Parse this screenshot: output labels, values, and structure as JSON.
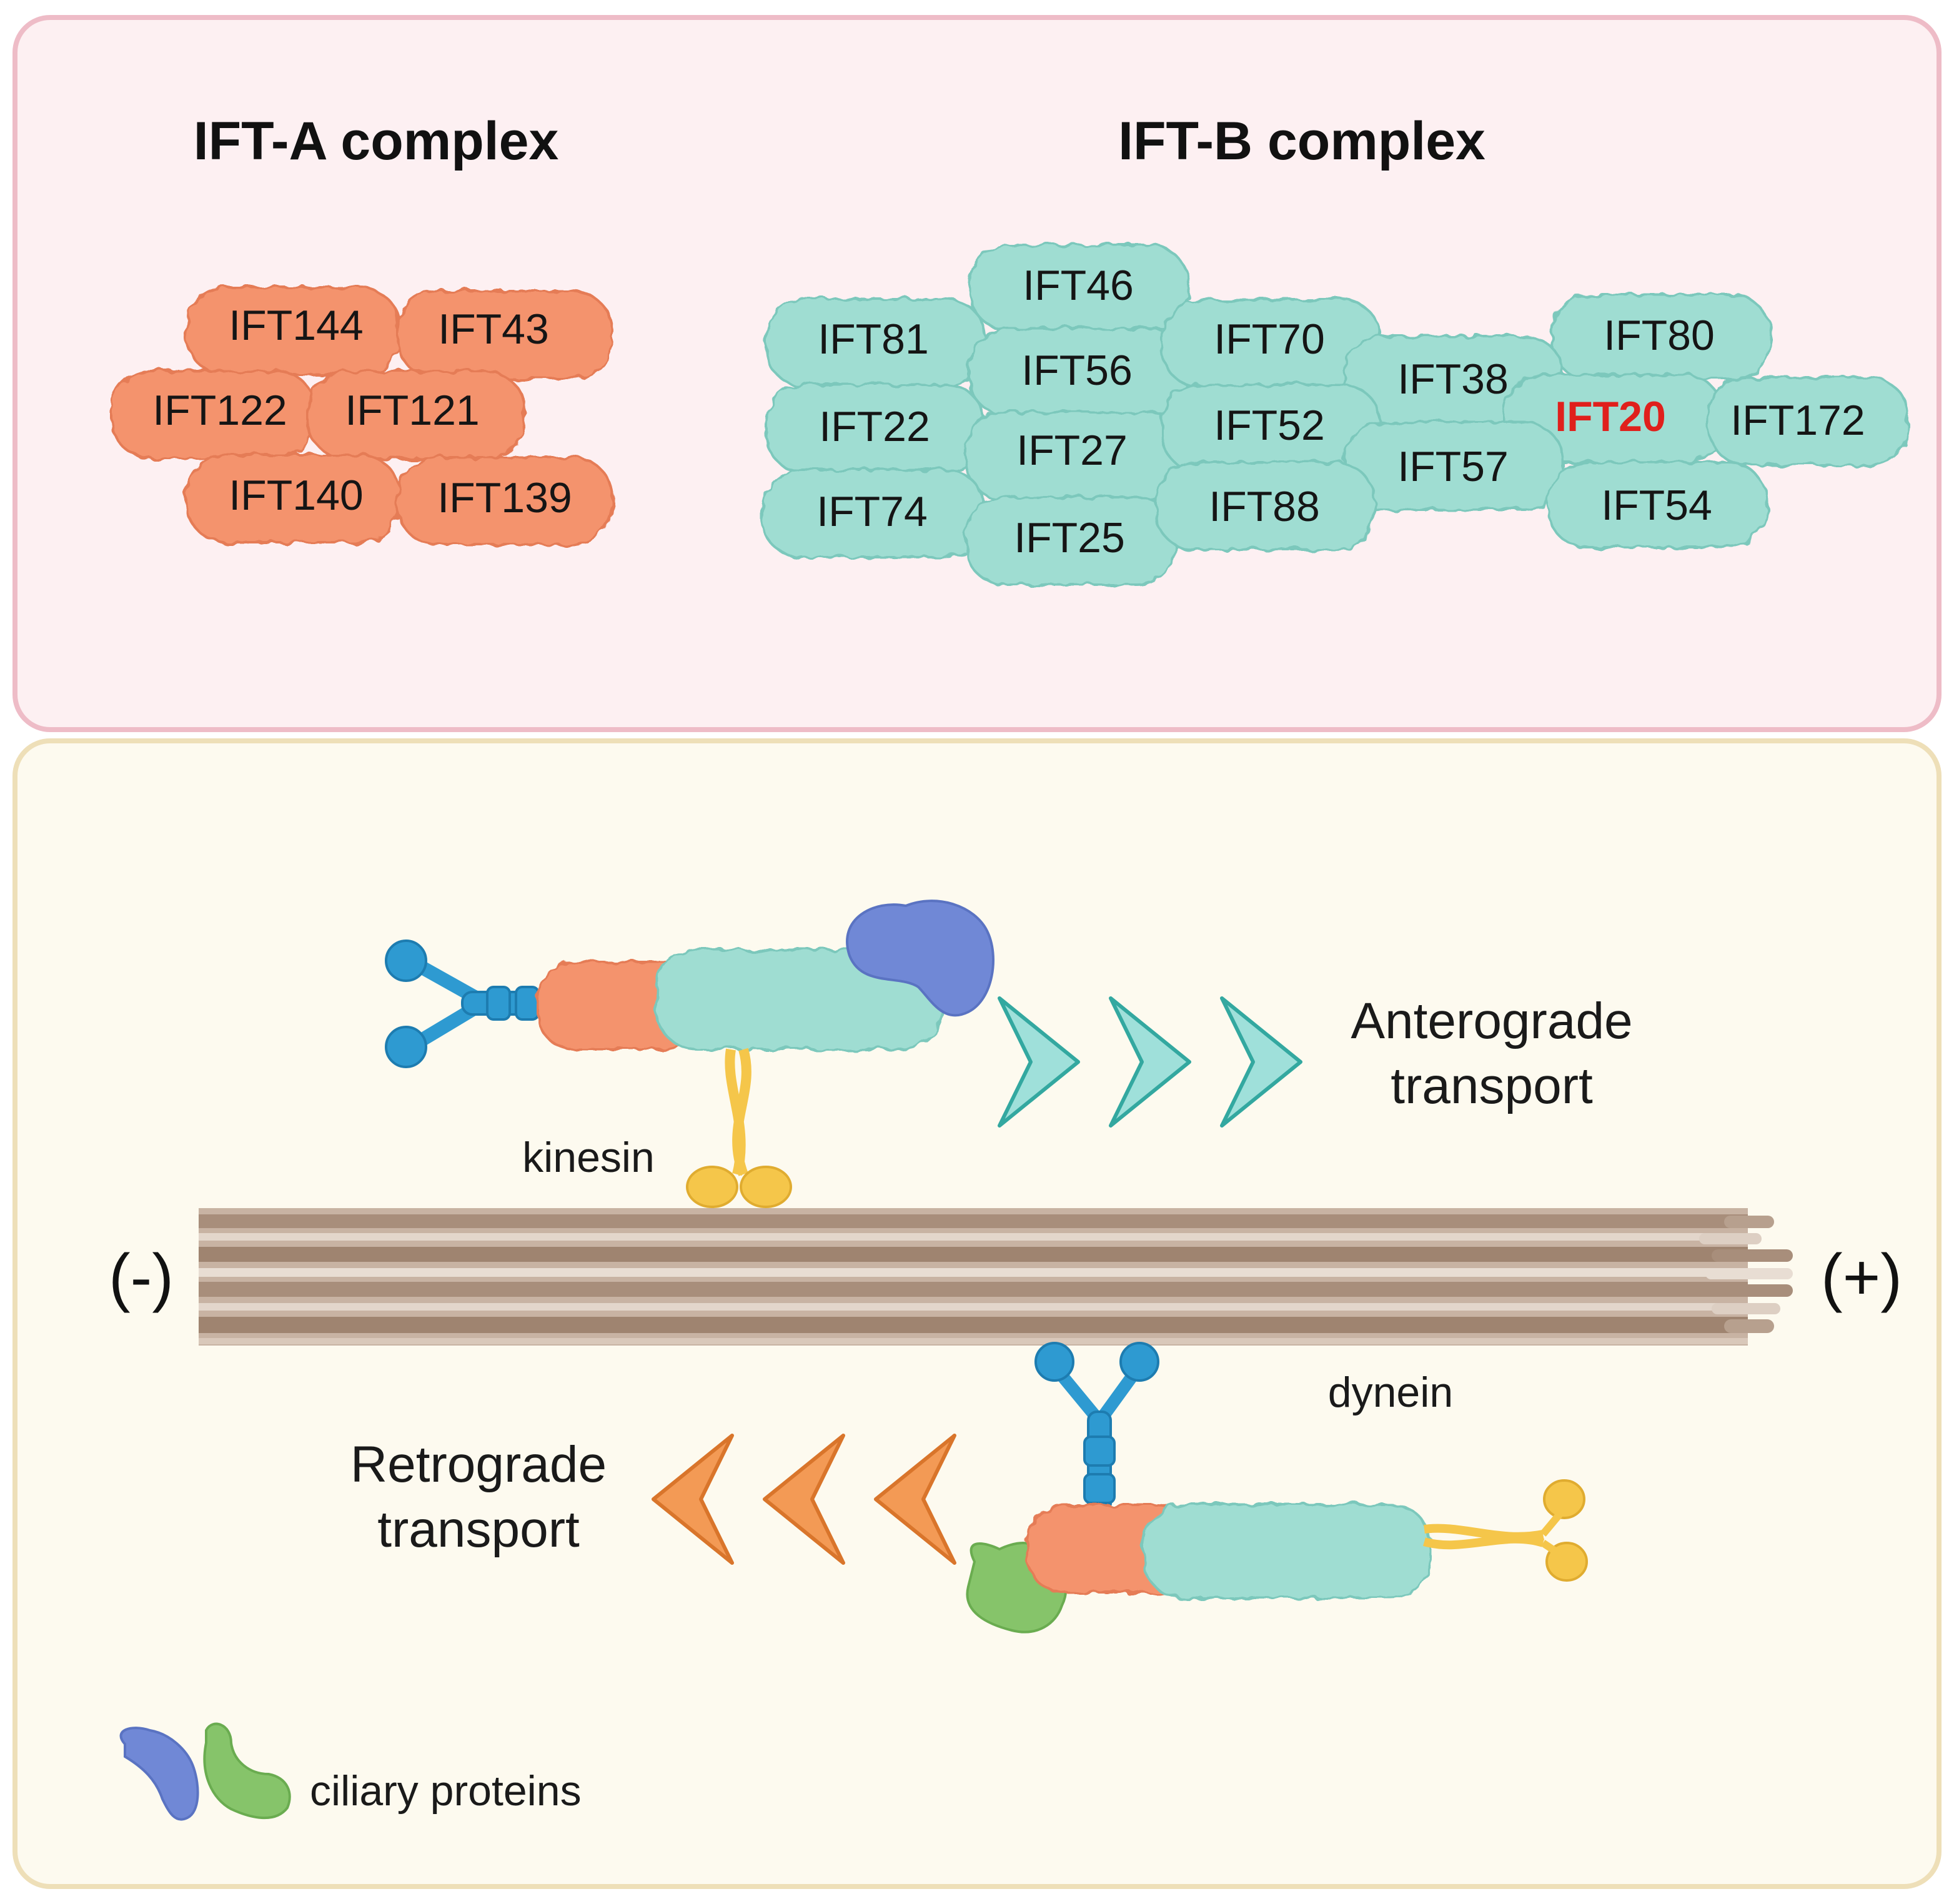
{
  "panels": {
    "complexes": {
      "background": "#fdf0f2",
      "border": "#eebcc7"
    },
    "transport": {
      "background": "#fdfaef",
      "border": "#eedfb8"
    }
  },
  "ift_a": {
    "title": "IFT-A complex",
    "color": "#f4936d",
    "proteins": [
      "IFT144",
      "IFT43",
      "IFT122",
      "IFT121",
      "IFT140",
      "IFT139"
    ]
  },
  "ift_b": {
    "title": "IFT-B complex",
    "color": "#9fddd2",
    "highlight_color": "#e0201c",
    "proteins": [
      "IFT46",
      "IFT81",
      "IFT56",
      "IFT70",
      "IFT80",
      "IFT38",
      "IFT22",
      "IFT27",
      "IFT52",
      "IFT20",
      "IFT172",
      "IFT57",
      "IFT74",
      "IFT25",
      "IFT88",
      "IFT54"
    ],
    "highlighted_protein": "IFT20"
  },
  "transport": {
    "minus_end": "(-)",
    "plus_end": "(+)",
    "anterograde": {
      "line1": "Anterograde",
      "line2": "transport",
      "arrow_color": "#9fe0da"
    },
    "retrograde": {
      "line1": "Retrograde",
      "line2": "transport",
      "arrow_color": "#f39a55"
    },
    "kinesin_label": "kinesin",
    "dynein_label": "dynein",
    "microtubule_color": "#b59d8b",
    "dynein_color": "#2e9ad1",
    "kinesin_color": "#f5c64a"
  },
  "legend": {
    "label": "ciliary proteins",
    "colors": [
      "#7088d6",
      "#86c46a"
    ]
  }
}
